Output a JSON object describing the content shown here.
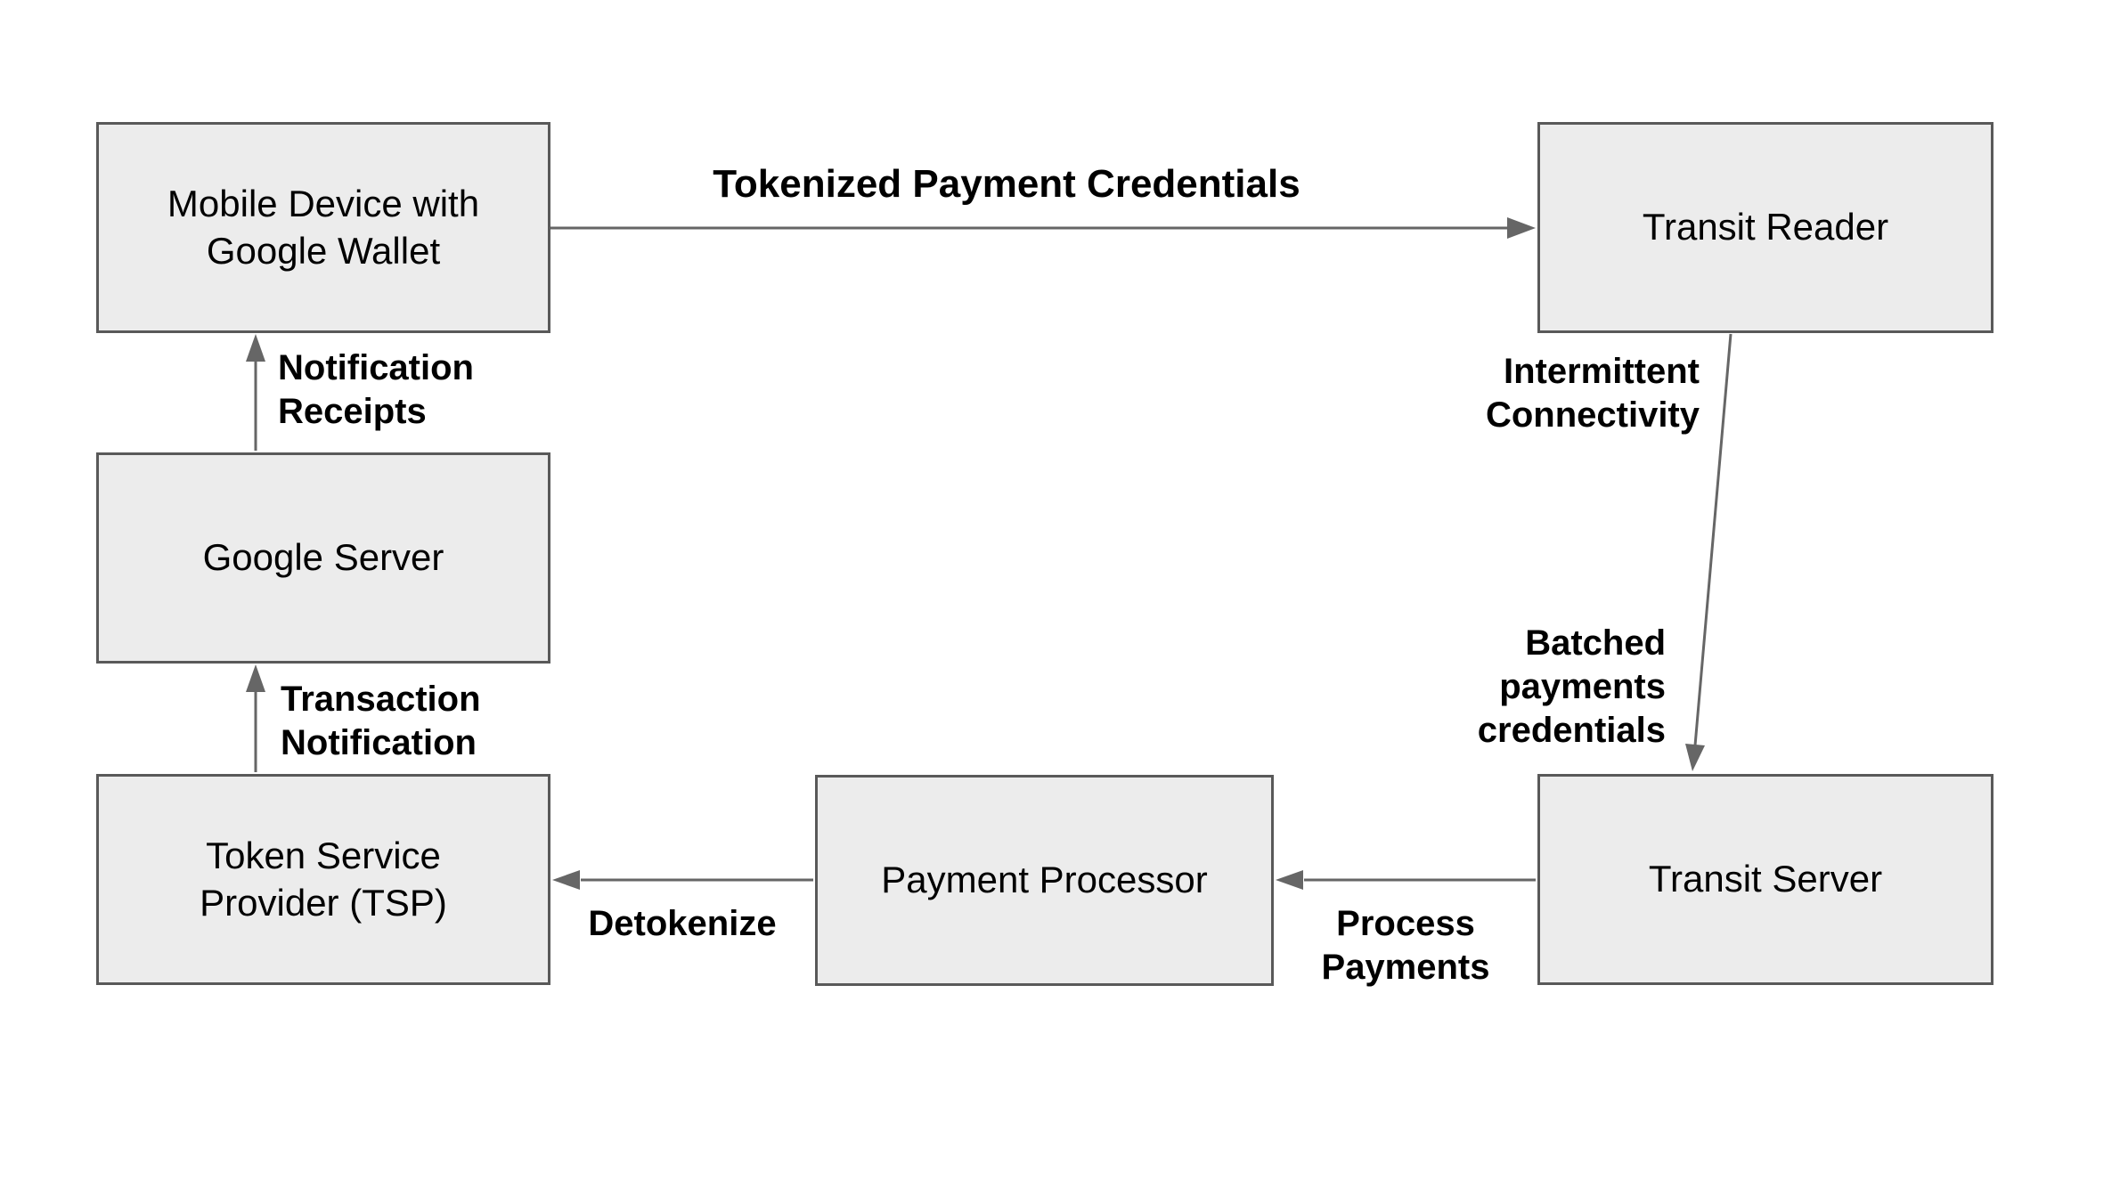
{
  "colors": {
    "background": "#ffffff",
    "node_fill": "#ececec",
    "node_border": "#595959",
    "connector": "#666666",
    "text": "#000000"
  },
  "diagram": {
    "nodes": {
      "mobile_device": {
        "label": "Mobile Device with\nGoogle Wallet"
      },
      "google_server": {
        "label": "Google Server"
      },
      "tsp": {
        "label": "Token Service\nProvider (TSP)"
      },
      "payment_processor": {
        "label": "Payment Processor"
      },
      "transit_reader": {
        "label": "Transit Reader"
      },
      "transit_server": {
        "label": "Transit Server"
      }
    },
    "edge_labels": {
      "tokenized_payment_credentials": "Tokenized Payment Credentials",
      "notification_receipts": "Notification\nReceipts",
      "transaction_notification": "Transaction\nNotification",
      "intermittent_connectivity": "Intermittent\nConnectivity",
      "batched_payments_credentials": "Batched\npayments\ncredentials",
      "detokenize": "Detokenize",
      "process_payments": "Process\nPayments"
    }
  }
}
